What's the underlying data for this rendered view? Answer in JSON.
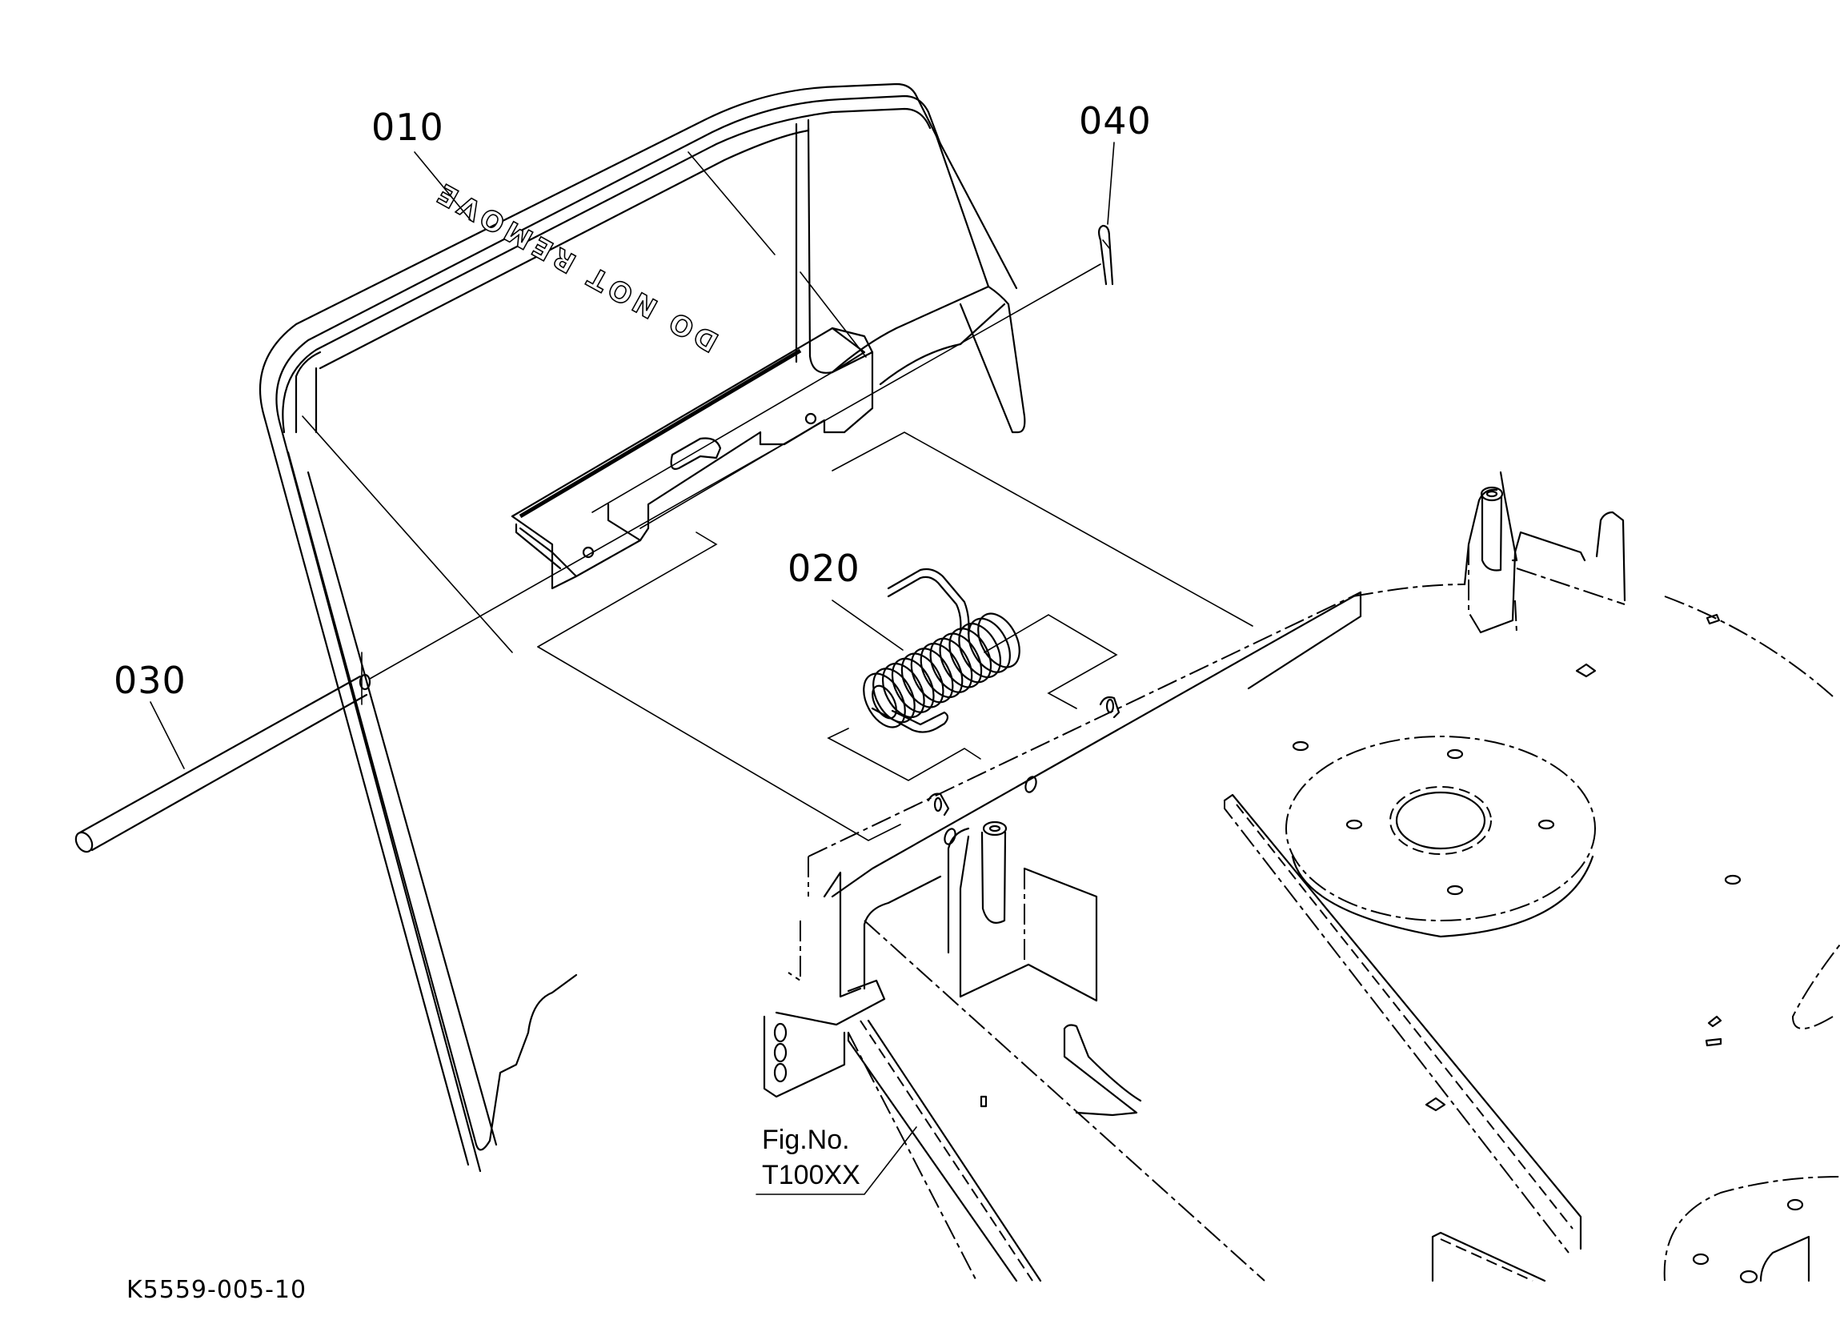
{
  "diagram": {
    "title": "Mower deck discharge deflector – exploded parts view",
    "callouts": [
      {
        "id": "010",
        "part": "deflector"
      },
      {
        "id": "020",
        "part": "torsion-spring"
      },
      {
        "id": "030",
        "part": "hinge-pin"
      },
      {
        "id": "040",
        "part": "cotter-pin"
      }
    ],
    "stencil_text": "DO NOT REMOVE",
    "reference": {
      "fig_label": "Fig.No.",
      "fig_number": "T100XX"
    },
    "drawing_code": "K5559-005-10",
    "colors": {
      "line": "#000000",
      "background": "#ffffff"
    }
  }
}
